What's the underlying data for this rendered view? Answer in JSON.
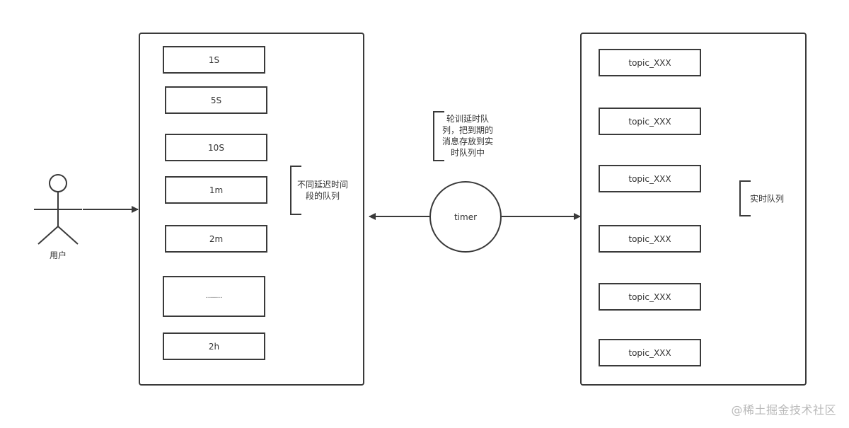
{
  "diagram": {
    "actor": {
      "label": "用户",
      "icon": "stick-figure-icon"
    },
    "delay_queues": {
      "items": [
        {
          "label": "1S"
        },
        {
          "label": "5S"
        },
        {
          "label": "10S"
        },
        {
          "label": "1m"
        },
        {
          "label": "2m"
        },
        {
          "label": "........"
        },
        {
          "label": "2h"
        }
      ],
      "note": "不同延迟时间段的队列",
      "note_lines": [
        "不同延迟时间",
        "段的队列"
      ]
    },
    "timer": {
      "label": "timer",
      "note": "轮训延时队列，把到期的消息存放到实时队列中",
      "note_lines": [
        "轮训延时队",
        "列，把到期的",
        "消息存放到实",
        "时队列中"
      ]
    },
    "realtime_queues": {
      "items": [
        {
          "label": "topic_XXX"
        },
        {
          "label": "topic_XXX"
        },
        {
          "label": "topic_XXX"
        },
        {
          "label": "topic_XXX"
        },
        {
          "label": "topic_XXX"
        },
        {
          "label": "topic_XXX"
        }
      ],
      "note": "实时队列"
    },
    "edges": [
      {
        "from": "用户",
        "to": "delay_queues",
        "type": "arrow"
      },
      {
        "from": "timer",
        "to": "delay_queues",
        "type": "arrow"
      },
      {
        "from": "timer",
        "to": "realtime_queues",
        "type": "arrow"
      }
    ],
    "colors": {
      "stroke": "#3a3a3a",
      "text": "#333333",
      "background": "#ffffff",
      "watermark": "#b8b8b8"
    }
  },
  "watermark": "@稀土掘金技术社区"
}
